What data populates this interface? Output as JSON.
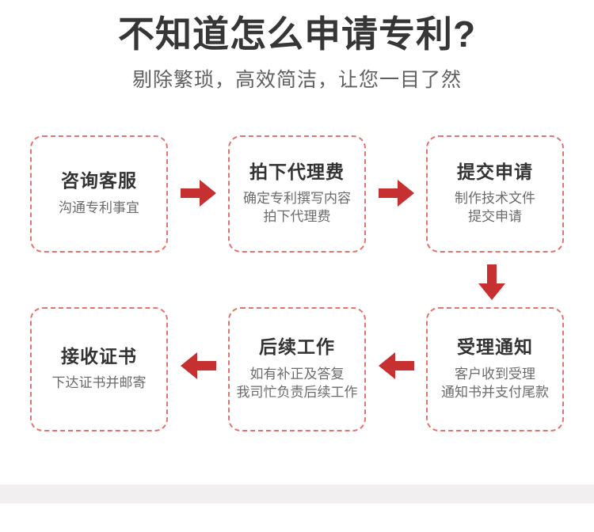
{
  "header": {
    "title": "不知道怎么申请专利?",
    "subtitle": "剔除繁琐，高效简洁，让您一目了然",
    "title_color": "#363636",
    "subtitle_color": "#5f5f5f"
  },
  "theme": {
    "accent_red": "#c63030",
    "card_border": "#e0756f",
    "card_background": "#ffffff",
    "page_background": "#ffffff",
    "footer_band": "#f1eff0"
  },
  "flow": {
    "steps": [
      {
        "index": 1,
        "title": "咨询客服",
        "desc_line1": "沟通专利事宜",
        "desc_line2": ""
      },
      {
        "index": 2,
        "title": "拍下代理费",
        "desc_line1": "确定专利撰写内容",
        "desc_line2": "拍下代理费"
      },
      {
        "index": 3,
        "title": "提交申请",
        "desc_line1": "制作技术文件",
        "desc_line2": "提交申请"
      },
      {
        "index": 4,
        "title": "受理通知",
        "desc_line1": "客户收到受理",
        "desc_line2": "通知书并支付尾款"
      },
      {
        "index": 5,
        "title": "后续工作",
        "desc_line1": "如有补正及答复",
        "desc_line2": "我司忙负责后续工作"
      },
      {
        "index": 6,
        "title": "接收证书",
        "desc_line1": "下达证书并邮寄",
        "desc_line2": ""
      }
    ],
    "arrows": [
      {
        "id": 1,
        "icon": "arrow-right-icon",
        "direction": "right",
        "from": 1,
        "to": 2
      },
      {
        "id": 2,
        "icon": "arrow-right-icon",
        "direction": "right",
        "from": 2,
        "to": 3
      },
      {
        "id": 3,
        "icon": "arrow-down-icon",
        "direction": "down",
        "from": 3,
        "to": 4
      },
      {
        "id": 4,
        "icon": "arrow-left-icon",
        "direction": "left",
        "from": 4,
        "to": 5
      },
      {
        "id": 5,
        "icon": "arrow-left-icon",
        "direction": "left",
        "from": 5,
        "to": 6
      }
    ]
  }
}
